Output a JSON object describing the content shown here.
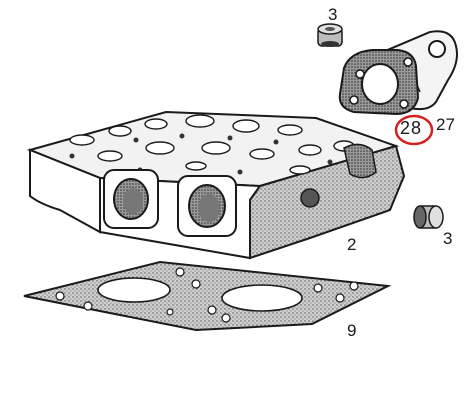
{
  "callouts": {
    "top_plug": "3",
    "right_plug": "3",
    "cylinder_head": "2",
    "head_gasket": "9",
    "flange_gasket": "28",
    "outlet_elbow": "27"
  },
  "highlight": {
    "target": "28",
    "color": "#d42020"
  },
  "colors": {
    "ink": "#1a1a1a",
    "shade": "#8a8a8a",
    "paper": "#ffffff"
  }
}
